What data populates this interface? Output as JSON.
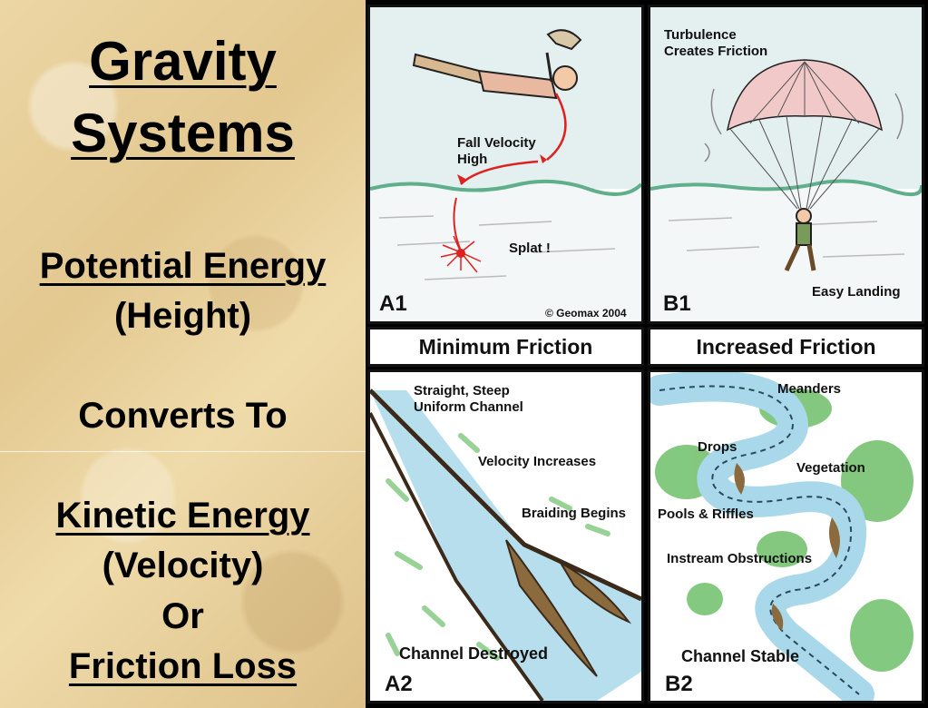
{
  "left": {
    "title_line1": "Gravity",
    "title_line2": "Systems",
    "potential": "Potential Energy",
    "height": "(Height)",
    "converts": "Converts To",
    "kinetic": "Kinetic Energy",
    "velocity": "(Velocity)",
    "or": "Or",
    "friction_loss": "Friction Loss"
  },
  "panels": {
    "a1": {
      "id": "A1",
      "fall_velocity_1": "Fall Velocity",
      "fall_velocity_2": "High",
      "splat": "Splat !",
      "copyright": "© Geomax 2004"
    },
    "b1": {
      "id": "B1",
      "turbulence_1": "Turbulence",
      "turbulence_2": "Creates Friction",
      "easy_landing": "Easy Landing"
    },
    "a2": {
      "id": "A2",
      "straight_1": "Straight, Steep",
      "straight_2": "Uniform Channel",
      "velocity_increases": "Velocity Increases",
      "braiding": "Braiding Begins",
      "destroyed": "Channel Destroyed"
    },
    "b2": {
      "id": "B2",
      "meanders": "Meanders",
      "drops": "Drops",
      "vegetation": "Vegetation",
      "pools": "Pools & Riffles",
      "obstructions": "Instream Obstructions",
      "stable": "Channel Stable"
    }
  },
  "captions": {
    "minimum": "Minimum Friction",
    "increased": "Increased Friction"
  },
  "colors": {
    "sky": "#e4efef",
    "water": "#a9d8ea",
    "vegetation": "#6fbf6a",
    "splat": "#e0201e",
    "canopy": "#f2c9c9"
  }
}
